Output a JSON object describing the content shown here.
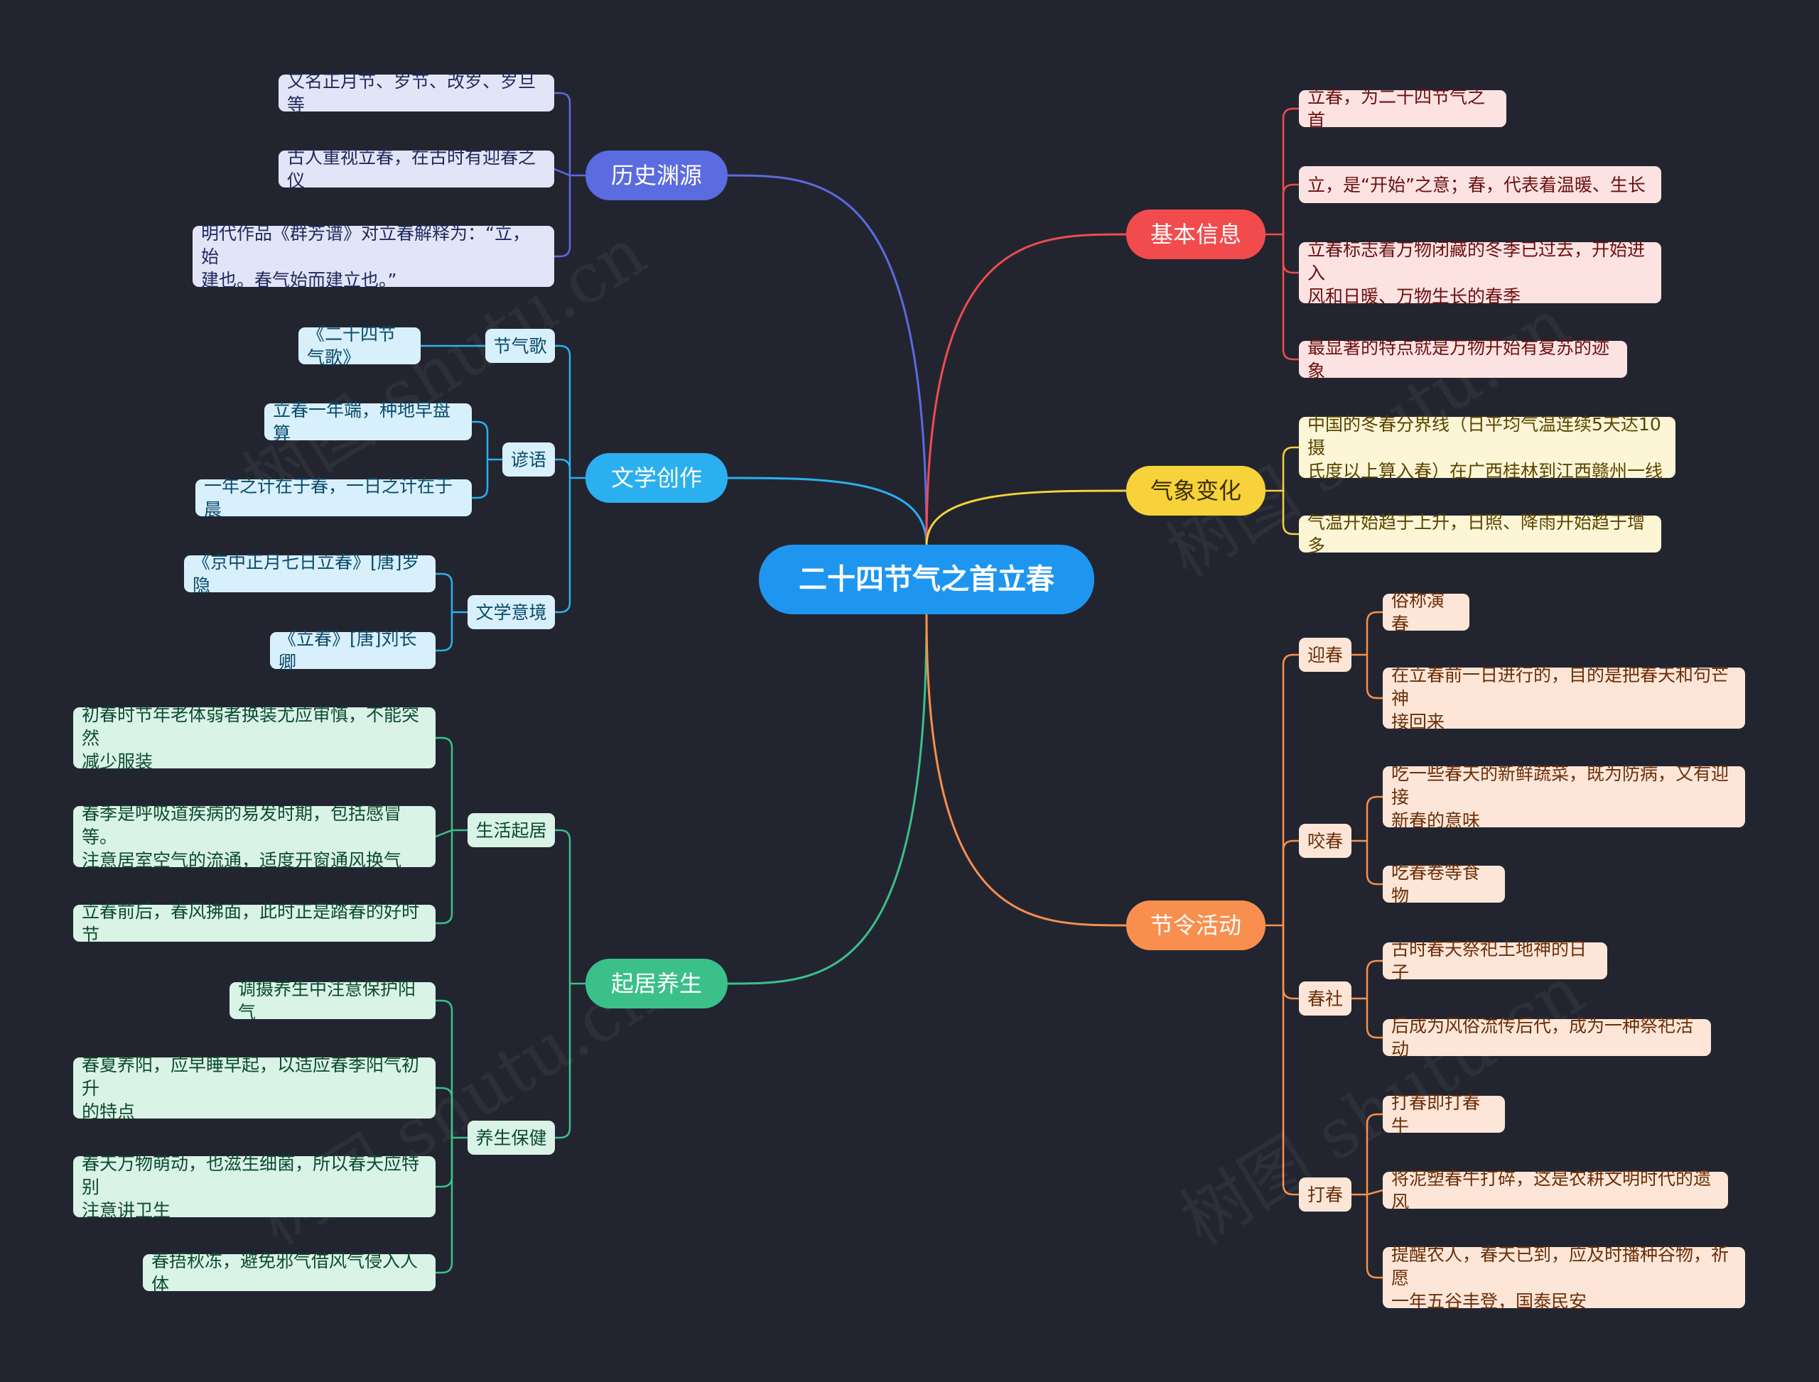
{
  "colors": {
    "background": "#22252f",
    "center": "#1e96f0",
    "history": "#5b6be0",
    "literature": "#2ab0f0",
    "health": "#3bc08a",
    "basic": "#f24b4e",
    "weather": "#f8d23a",
    "activity": "#f98f4e"
  },
  "watermark": "树图 shutu.cn",
  "center": {
    "label": "二十四节气之首立春"
  },
  "branches": {
    "history": {
      "label": "历史渊源",
      "items": [
        "又名正月节、岁节、改岁、岁旦等",
        "古人重视立春，在古时有迎春之仪",
        "明代作品《群芳谱》对立春解释为：“立，始\n建也。春气始而建立也。”"
      ]
    },
    "literature": {
      "label": "文学创作",
      "groups": [
        {
          "label": "节气歌",
          "items": [
            "《二十四节气歌》"
          ]
        },
        {
          "label": "谚语",
          "items": [
            "立春一年端，种地早盘算",
            "一年之计在于春，一日之计在于晨"
          ]
        },
        {
          "label": "文学意境",
          "items": [
            "《京中正月七日立春》[唐]罗隐",
            "《立春》[唐]刘长卿"
          ]
        }
      ]
    },
    "health": {
      "label": "起居养生",
      "groups": [
        {
          "label": "生活起居",
          "items": [
            "初春时节年老体弱者换装尤应审慎，不能突然\n减少服装",
            "春季是呼吸道疾病的易发时期，包括感冒等。\n注意居室空气的流通，适度开窗通风换气",
            "立春前后，春风拂面，此时正是踏春的好时节"
          ]
        },
        {
          "label": "养生保健",
          "items": [
            "调摄养生中注意保护阳气",
            "春夏养阳，应早睡早起，以适应春季阳气初升\n的特点",
            "春天万物萌动，也滋生细菌，所以春天应特别\n注意讲卫生",
            "春捂秋冻，避免邪气借风气侵入人体"
          ]
        }
      ]
    },
    "basic": {
      "label": "基本信息",
      "items": [
        "立春，为二十四节气之首",
        "立，是“开始”之意；春，代表着温暖、生长",
        "立春标志着万物闭藏的冬季已过去，开始进入\n风和日暖、万物生长的春季",
        "最显著的特点就是万物开始有复苏的迹象"
      ]
    },
    "weather": {
      "label": "气象变化",
      "items": [
        "中国的冬春分界线（日平均气温连续5天达10摄\n氏度以上算入春）在广西桂林到江西赣州一线",
        "气温开始趋于上升，日照、降雨开始趋于增多"
      ]
    },
    "activity": {
      "label": "节令活动",
      "groups": [
        {
          "label": "迎春",
          "items": [
            "俗称演春",
            "在立春前一日进行的，目的是把春天和句芒神\n接回来"
          ]
        },
        {
          "label": "咬春",
          "items": [
            "吃一些春天的新鲜蔬菜，既为防病，又有迎接\n新春的意味",
            "吃春卷等食物"
          ]
        },
        {
          "label": "春社",
          "items": [
            "古时春天祭祀土地神的日子",
            "后成为风俗流传后代，成为一种祭祀活动"
          ]
        },
        {
          "label": "打春",
          "items": [
            "打春即打春牛",
            "将泥塑春牛打碎，这是农耕文明时代的遗风",
            "提醒农人，春天已到，应及时播种谷物，祈愿\n一年五谷丰登，国泰民安"
          ]
        }
      ]
    }
  }
}
